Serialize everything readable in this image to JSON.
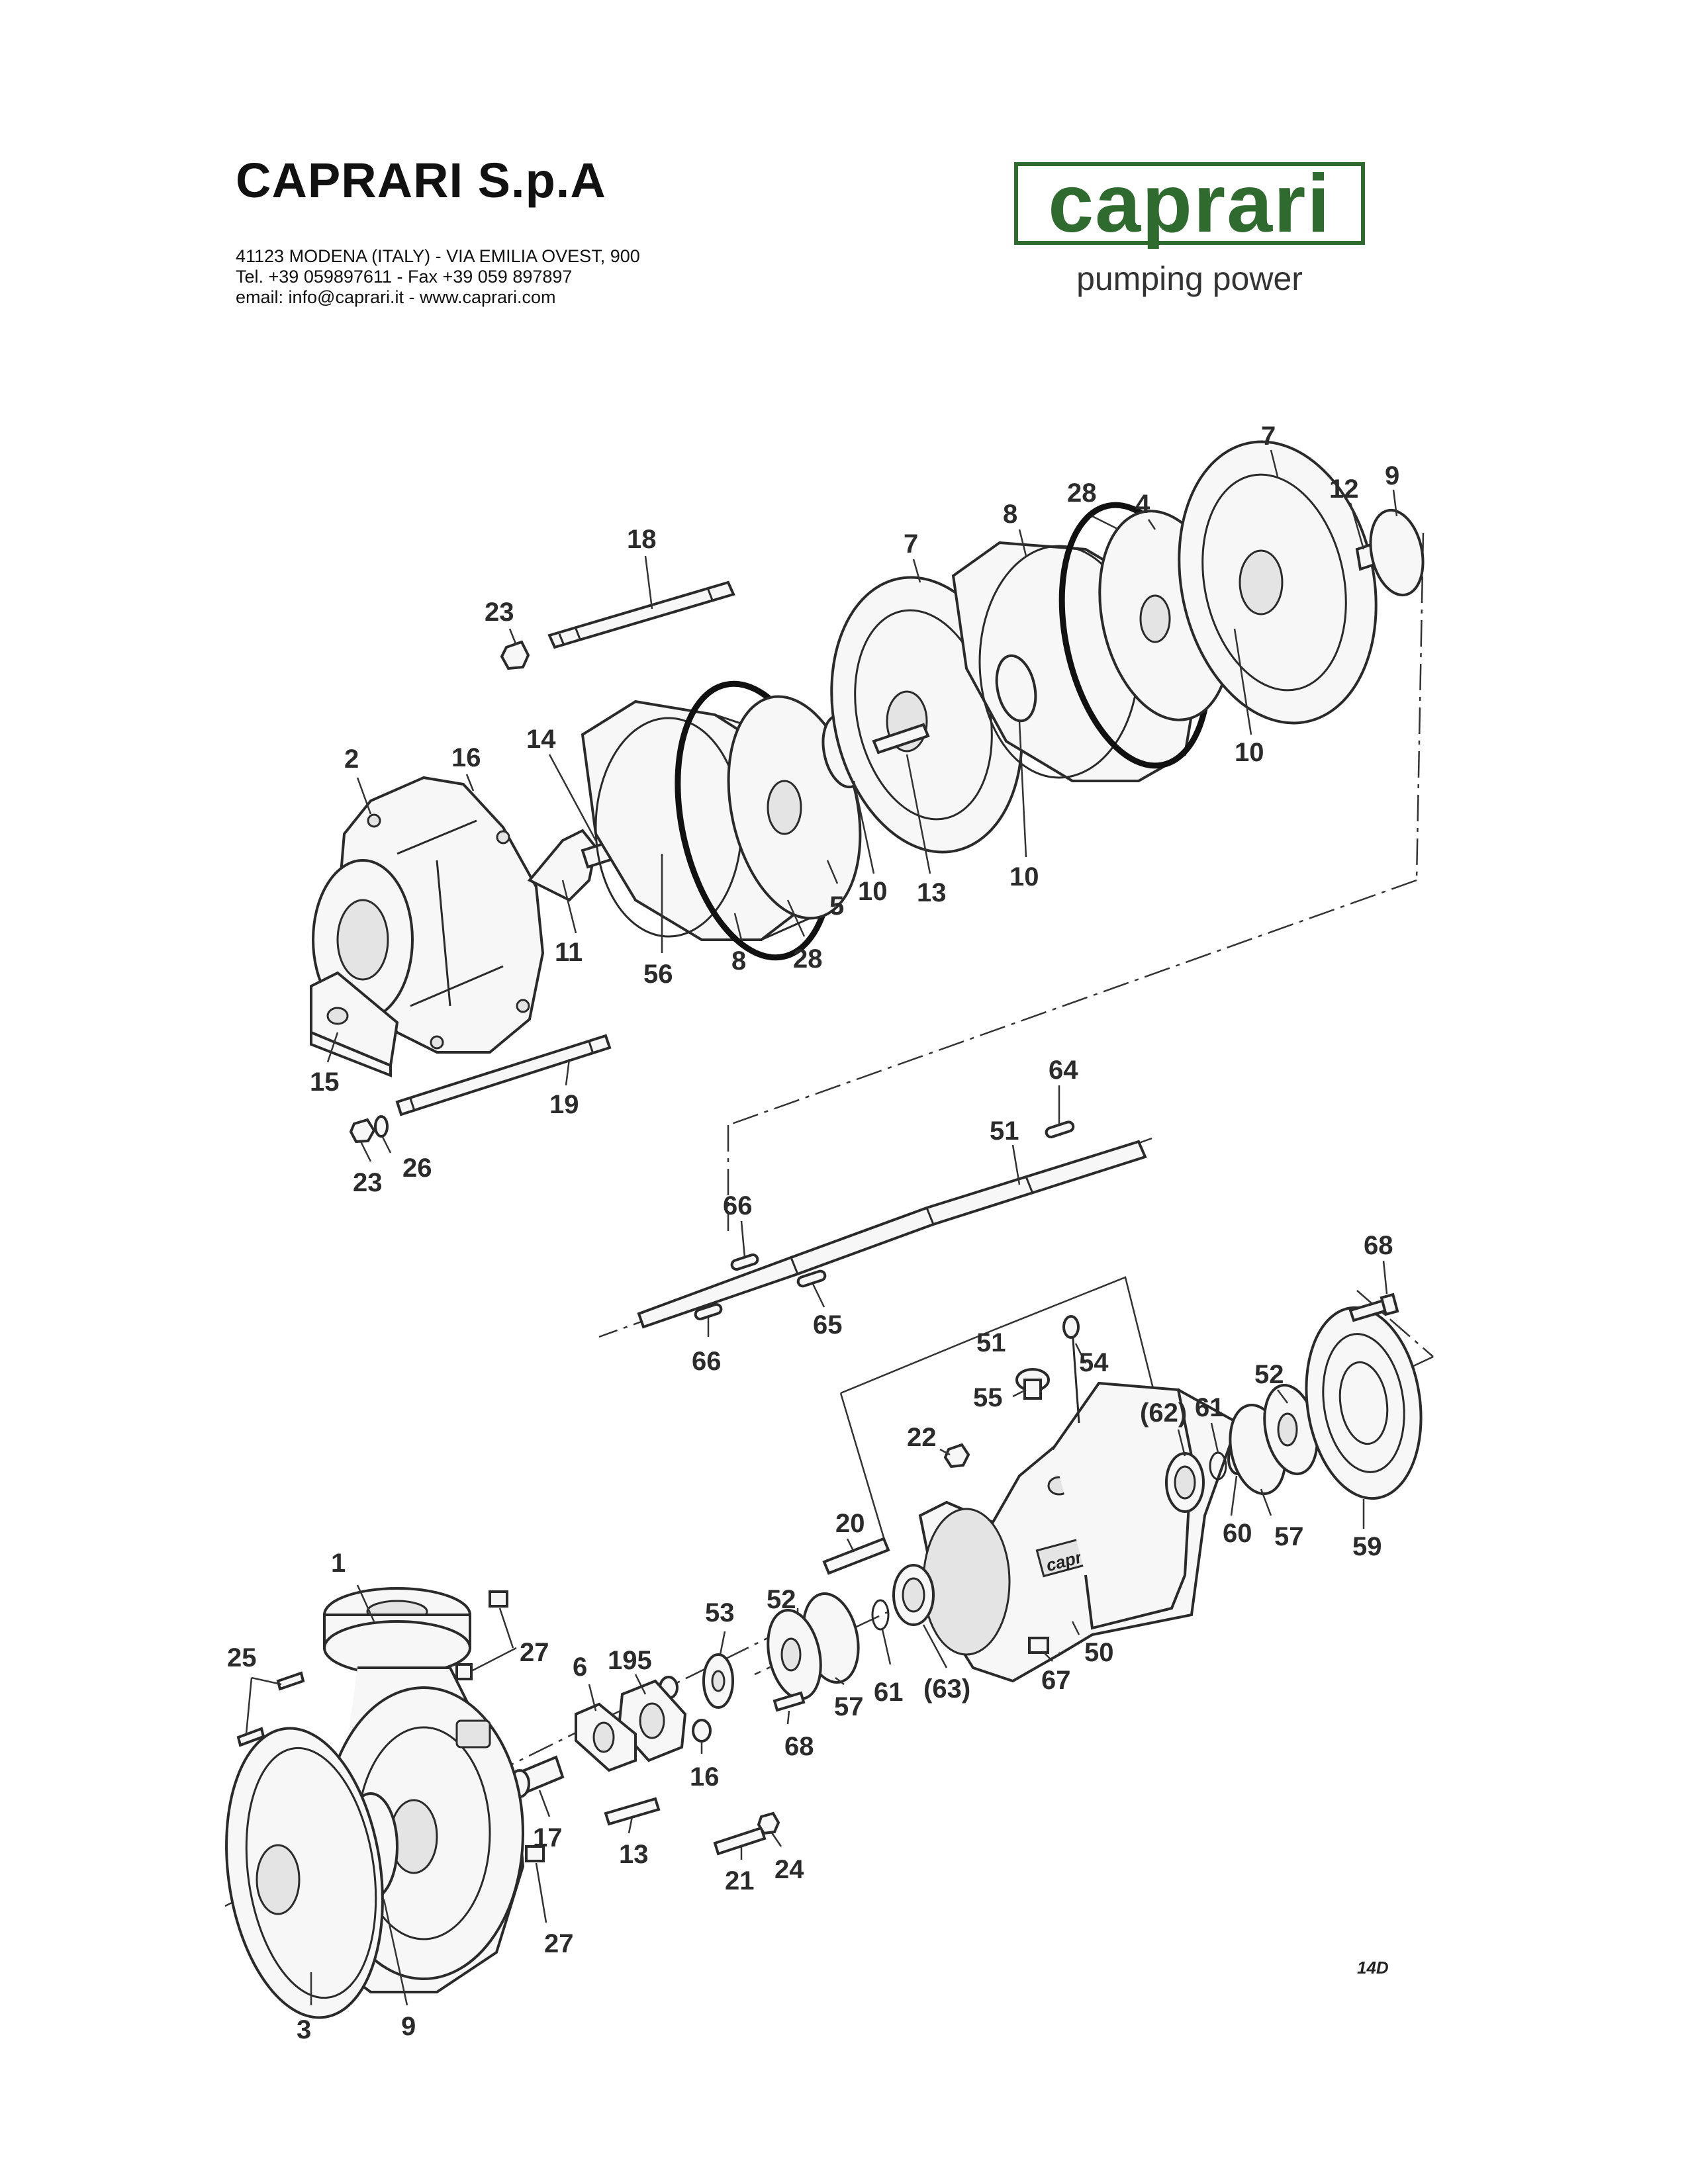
{
  "header": {
    "company": "CAPRARI S.p.A",
    "address": "41123 MODENA (ITALY) - VIA EMILIA OVEST, 900",
    "phone": "Tel. +39 059897611 - Fax +39 059 897897",
    "email": "email: info@caprari.it - www.caprari.com"
  },
  "logo": {
    "word": "caprari",
    "tagline": "pumping power",
    "brand_color": "#2f6a2f"
  },
  "reference": "14D",
  "casting_mark": "caprari",
  "labels": {
    "l1": "1",
    "l2": "2",
    "l3": "3",
    "l4": "4",
    "l5": "5",
    "l6": "6",
    "l7a": "7",
    "l7b": "7",
    "l8a": "8",
    "l8b": "8",
    "l9a": "9",
    "l9b": "9",
    "l10a": "10",
    "l10b": "10",
    "l10c": "10",
    "l11": "11",
    "l12": "12",
    "l13a": "13",
    "l13b": "13",
    "l14": "14",
    "l15": "15",
    "l16a": "16",
    "l16b": "16",
    "l17": "17",
    "l18": "18",
    "l19": "19",
    "l20": "20",
    "l21": "21",
    "l22": "22",
    "l23a": "23",
    "l23b": "23",
    "l24": "24",
    "l25": "25",
    "l26": "26",
    "l27a": "27",
    "l27b": "27",
    "l28a": "28",
    "l28b": "28",
    "l50": "50",
    "l51a": "51",
    "l51b": "51",
    "l52a": "52",
    "l52b": "52",
    "l53": "53",
    "l54": "54",
    "l55": "55",
    "l56": "56",
    "l57a": "57",
    "l57b": "57",
    "l59": "59",
    "l60": "60",
    "l61a": "61",
    "l61b": "61",
    "l62": "(62)",
    "l63": "(63)",
    "l64": "64",
    "l65": "65",
    "l66a": "66",
    "l66b": "66",
    "l67": "67",
    "l68a": "68",
    "l68b": "68",
    "l195": "195"
  }
}
